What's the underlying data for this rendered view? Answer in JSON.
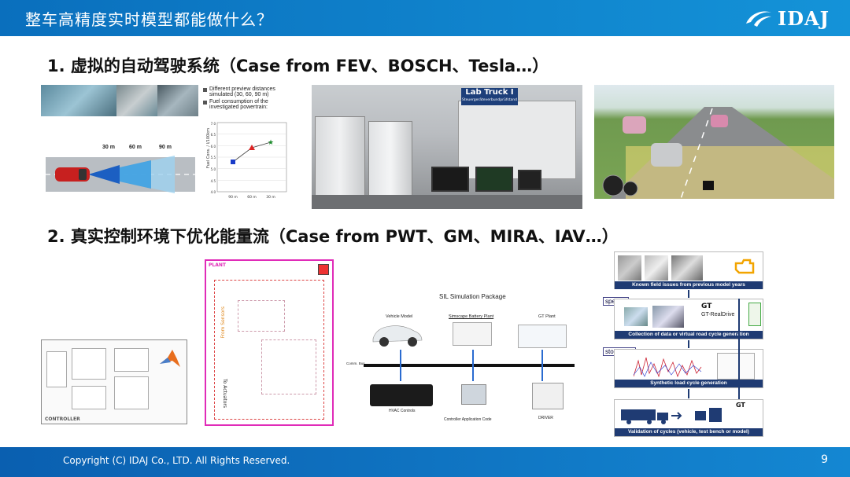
{
  "header": {
    "title": "整车高精度实时模型都能做什么？",
    "logo": "IDAJ"
  },
  "sections": [
    {
      "label": "1. 虚拟的自动驾驶系统（Case from FEV、BOSCH、Tesla…）"
    },
    {
      "label": "2. 真实控制环境下优化能量流（Case from PWT、GM、MIRA、IAV…）"
    }
  ],
  "fig1": {
    "legend1": "Different preview distances simulated (30, 60, 90 m)",
    "legend2": "Fuel consumption of the investigated powertrain:",
    "d30": "30 m",
    "d60": "60 m",
    "d90": "90 m",
    "ylabel": "Fuel Cons. / l/100km",
    "x1": "90 m",
    "x2": "60 m",
    "x3": "30 m",
    "y_ticks": [
      "7.0",
      "6.5",
      "6.0",
      "5.5",
      "5.0",
      "4.5",
      "4.0"
    ]
  },
  "fig2": {
    "lab_label": "Lab Truck I",
    "lab_sub": "Steuergeräteverbundprüfstand"
  },
  "fig4": {
    "plant": "PLANT",
    "from_sensors": "From Sensors",
    "to_actuators": "To Actuators",
    "controller": "CONTROLLER"
  },
  "fig5": {
    "title": "SIL Simulation Package",
    "vehicle": "Vehicle Model",
    "battery": "Simscape Battery Plant",
    "gtplant": "GT Plant",
    "bus": "Comm. Bus",
    "hvac": "HVAC Controls",
    "controller_app": "Controller Application Code",
    "driver": "DRIVER"
  },
  "fig6": {
    "bar1": "Known field issues from previous model years",
    "specific": "specific",
    "gt_realdrive": "GT-RealDrive",
    "bar2": "Collection of data or virtual road cycle generation",
    "stochastic": "stochastic",
    "bar3": "Synthetic load cycle generation",
    "bar4": "Validation of cycles (vehicle, test bench or model)",
    "gt": "GT"
  },
  "footer": {
    "copyright": "Copyright (C)  IDAJ Co., LTD. All Rights Reserved.",
    "page": "9"
  }
}
